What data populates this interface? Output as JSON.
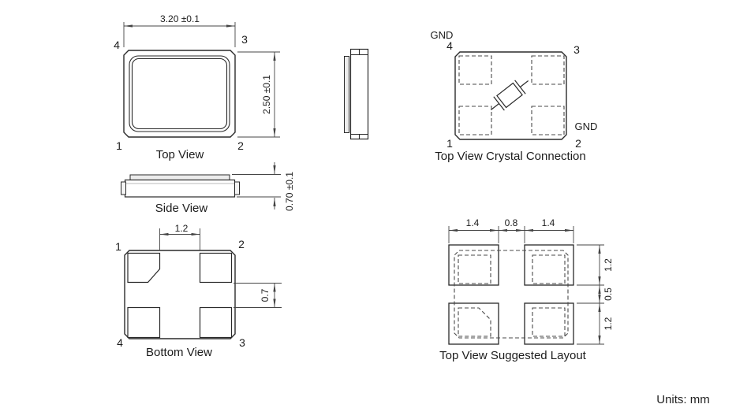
{
  "units_label": "Units: mm",
  "colors": {
    "line": "#2a2a2a",
    "dimension": "#444444",
    "text": "#1c1c1c",
    "background": "#ffffff"
  },
  "top_view": {
    "caption": "Top View",
    "width_dim": "3.20 ±0.1",
    "height_dim": "2.50 ±0.1",
    "pin_tl": "4",
    "pin_tr": "3",
    "pin_bl": "1",
    "pin_br": "2"
  },
  "side_view": {
    "caption": "Side View",
    "height_dim": "0.70 ±0.1"
  },
  "bottom_view": {
    "caption": "Bottom View",
    "pad_gap_horizontal": "1.2",
    "pad_gap_vertical": "0.7",
    "pin_tl": "1",
    "pin_tr": "2",
    "pin_bl": "4",
    "pin_br": "3"
  },
  "crystal_connection": {
    "caption": "Top View Crystal Connection",
    "gnd_label_pin4": "GND",
    "gnd_label_pin2": "GND",
    "pin_tl": "4",
    "pin_tr": "3",
    "pin_bl": "1",
    "pin_br": "2"
  },
  "suggested_layout": {
    "caption": "Top View Suggested Layout",
    "pad_width_left": "1.4",
    "pad_gap_horizontal": "0.8",
    "pad_width_right": "1.4",
    "pad_height_top": "1.2",
    "pad_gap_vertical": "0.5",
    "pad_height_bottom": "1.2"
  }
}
